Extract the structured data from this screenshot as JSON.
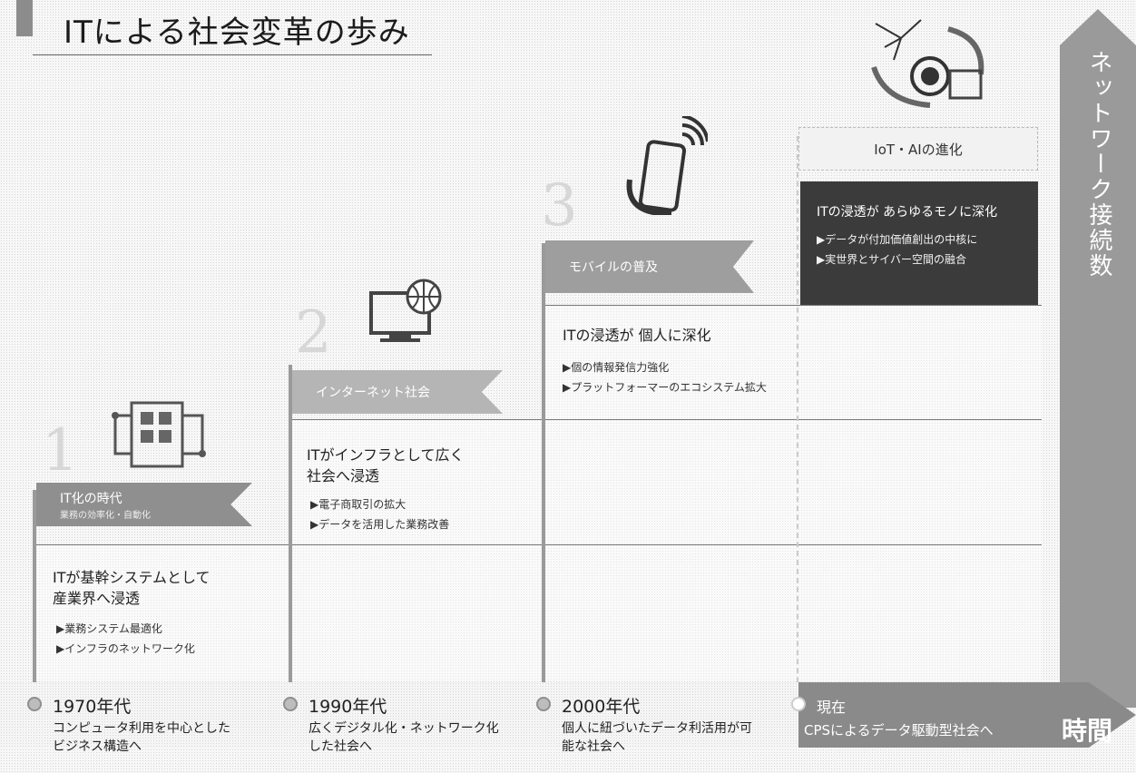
{
  "title": "ITによる社会変革の歩み",
  "network_label": "ネットワーク接続数",
  "time_label": "時間",
  "stages": [
    {
      "number": "1",
      "flag_title": "IT化の時代",
      "flag_sub": "業務の効率化・自動化",
      "headline_1": "ITが基幹システムとして",
      "headline_2": "産業界へ浸透",
      "bullets": [
        "▶業務システム最適化",
        "▶インフラのネットワーク化"
      ],
      "era": "1970年代",
      "era_desc_1": "コンピュータ利用を中心とした",
      "era_desc_2": "ビジネス構造へ"
    },
    {
      "number": "2",
      "flag_title": "インターネット社会",
      "headline_1": "ITがインフラとして広く",
      "headline_2": "社会へ浸透",
      "bullets": [
        "▶電子商取引の拡大",
        "▶データを活用した業務改善"
      ],
      "era": "1990年代",
      "era_desc_1": "広くデジタル化・ネットワーク化",
      "era_desc_2": "した社会へ"
    },
    {
      "number": "3",
      "flag_title": "モバイルの普及",
      "headline_1": "ITの浸透が 個人に深化",
      "bullets": [
        "▶個の情報発信力強化",
        "▶プラットフォーマーのエコシステム拡大"
      ],
      "era": "2000年代",
      "era_desc_1": "個人に紐づいたデータ利活用が可",
      "era_desc_2": "能な社会へ"
    },
    {
      "flag_title": "IoT・AIの進化",
      "headline_1": "ITの浸透が あらゆるモノに深化",
      "bullets": [
        "▶データが付加価値創出の中核に",
        "▶実世界とサイバー空間の融合"
      ],
      "era": "現在",
      "era_desc_1": "CPSによるデータ駆動型社会へ"
    }
  ],
  "colors": {
    "dark_panel": "#3b3b3b",
    "arrow": "#8a8a8a",
    "flag": "#9e9e9e"
  },
  "icons": [
    "server-network-icon",
    "computer-globe-icon",
    "smartphone-wireless-icon",
    "iot-globe-icon"
  ]
}
